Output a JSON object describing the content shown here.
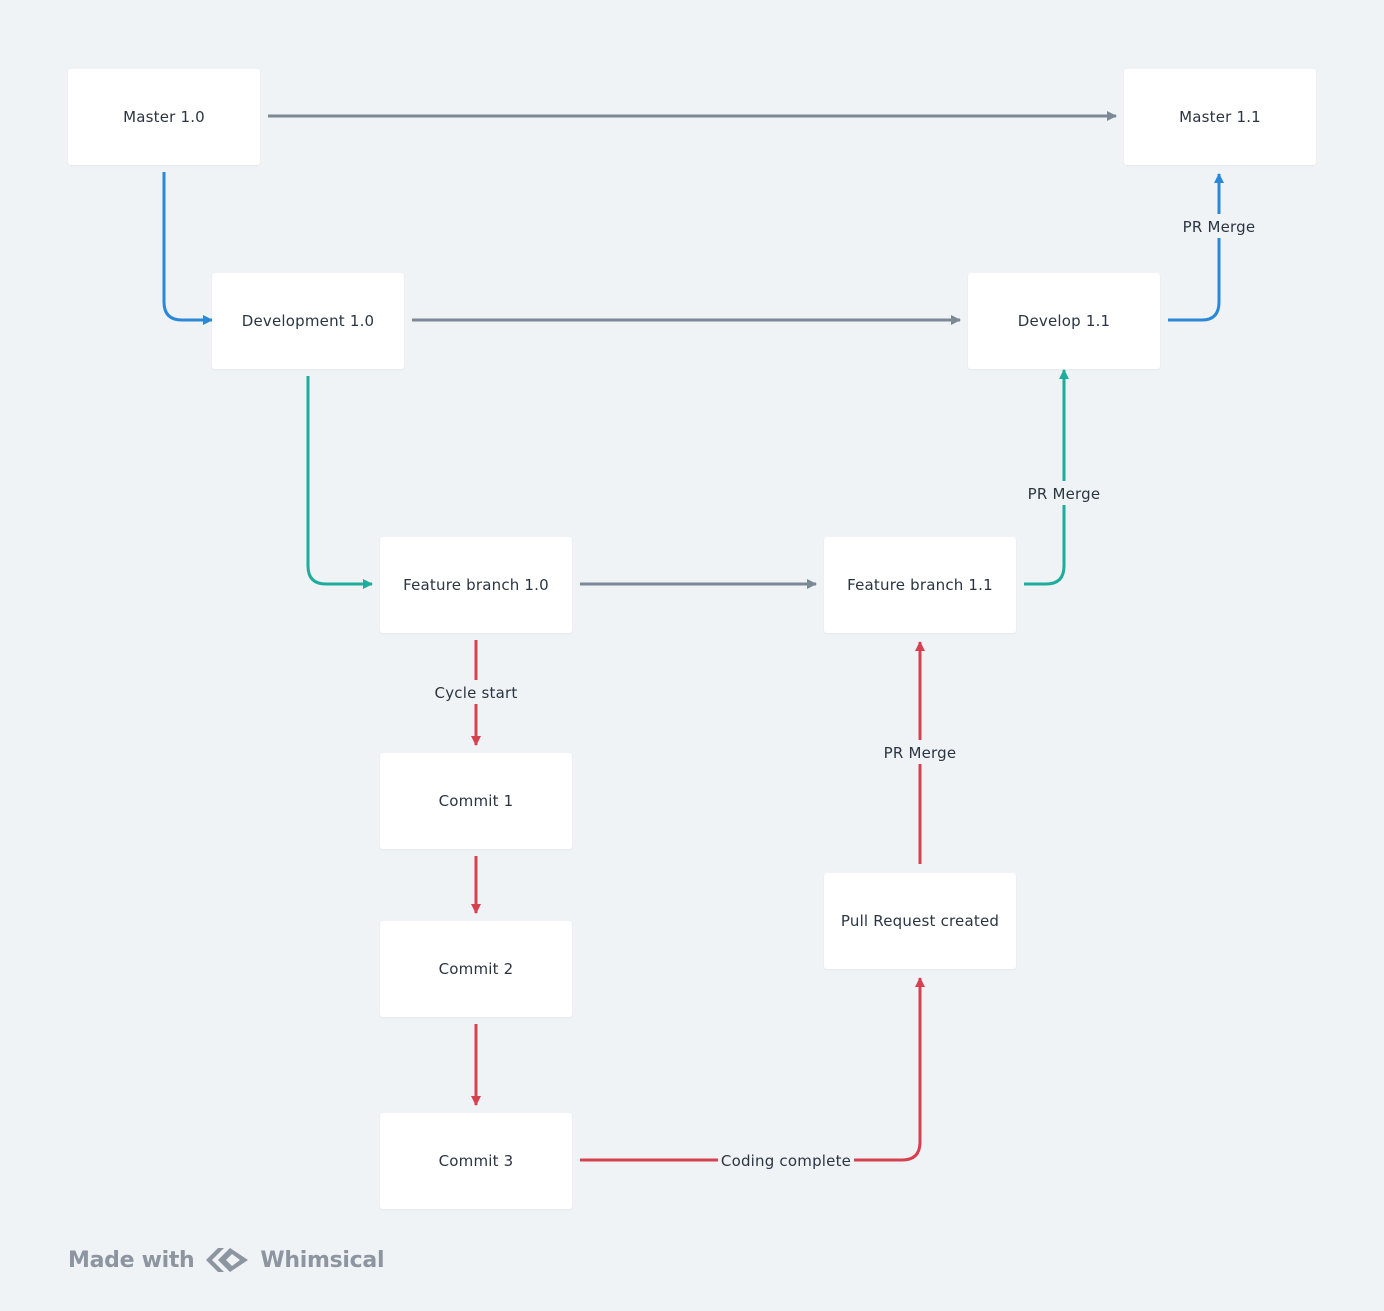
{
  "colors": {
    "background": "#f0f3f6",
    "node_fill": "#ffffff",
    "text": "#2b3542",
    "gray_edge": "#7d8897",
    "blue_edge": "#2b88d8",
    "teal_edge": "#1ead9c",
    "red_edge": "#d6404f",
    "brand": "#8c95a0"
  },
  "nodes": {
    "master_10": "Master 1.0",
    "master_11": "Master 1.1",
    "development_10": "Development 1.0",
    "develop_11": "Develop 1.1",
    "feature_10": "Feature branch 1.0",
    "feature_11": "Feature branch 1.1",
    "commit_1": "Commit 1",
    "commit_2": "Commit 2",
    "commit_3": "Commit 3",
    "pull_request": "Pull Request created"
  },
  "edges": [
    {
      "from": "master_10",
      "to": "master_11",
      "color": "gray",
      "label": ""
    },
    {
      "from": "master_10",
      "to": "development_10",
      "color": "blue",
      "label": ""
    },
    {
      "from": "development_10",
      "to": "develop_11",
      "color": "gray",
      "label": ""
    },
    {
      "from": "develop_11",
      "to": "master_11",
      "color": "blue",
      "label": "PR Merge"
    },
    {
      "from": "development_10",
      "to": "feature_10",
      "color": "teal",
      "label": ""
    },
    {
      "from": "feature_10",
      "to": "feature_11",
      "color": "gray",
      "label": ""
    },
    {
      "from": "feature_11",
      "to": "develop_11",
      "color": "teal",
      "label": "PR Merge"
    },
    {
      "from": "feature_10",
      "to": "commit_1",
      "color": "red",
      "label": "Cycle start"
    },
    {
      "from": "commit_1",
      "to": "commit_2",
      "color": "red",
      "label": ""
    },
    {
      "from": "commit_2",
      "to": "commit_3",
      "color": "red",
      "label": ""
    },
    {
      "from": "commit_3",
      "to": "pull_request",
      "color": "red",
      "label": "Coding complete"
    },
    {
      "from": "pull_request",
      "to": "feature_11",
      "color": "red",
      "label": "PR Merge"
    }
  ],
  "edge_labels": {
    "pr_merge_master": "PR Merge",
    "pr_merge_develop": "PR Merge",
    "pr_merge_feature": "PR Merge",
    "cycle_start": "Cycle start",
    "coding_complete": "Coding complete"
  },
  "brand": {
    "prefix": "Made with",
    "name": "Whimsical",
    "logo_icon": "whimsical-logo-icon"
  }
}
